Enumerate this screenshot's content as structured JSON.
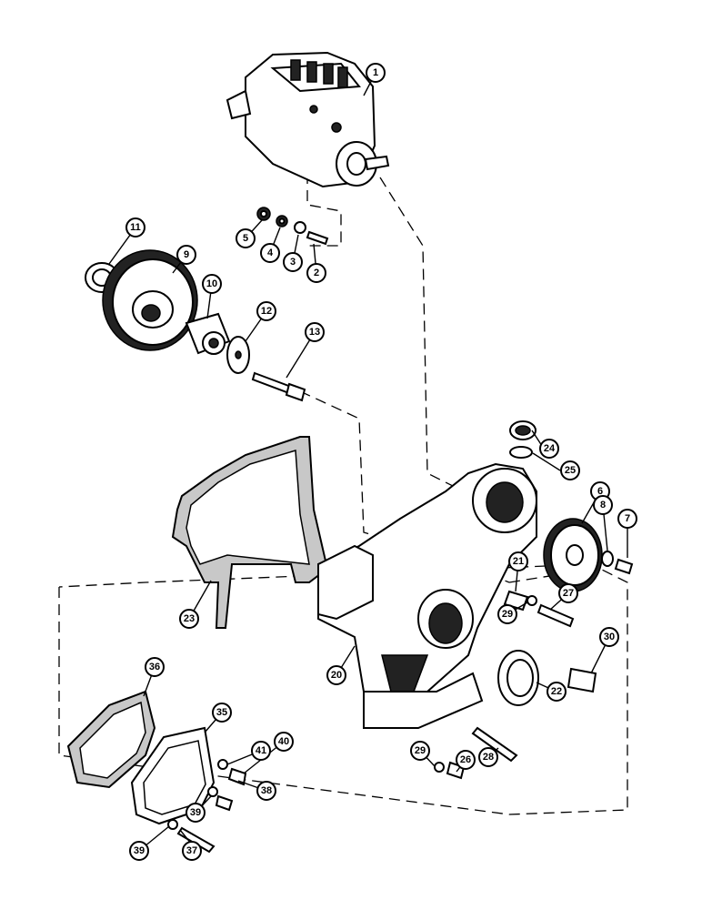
{
  "colors": {
    "ink": "#000000",
    "paper": "#ffffff",
    "gasket": "#c8c8c8"
  },
  "callouts": [
    {
      "id": "c1",
      "label": "1"
    },
    {
      "id": "c2",
      "label": "2"
    },
    {
      "id": "c3",
      "label": "3"
    },
    {
      "id": "c4",
      "label": "4"
    },
    {
      "id": "c5",
      "label": "5"
    },
    {
      "id": "c6",
      "label": "6"
    },
    {
      "id": "c7",
      "label": "7"
    },
    {
      "id": "c8",
      "label": "8"
    },
    {
      "id": "c9",
      "label": "9"
    },
    {
      "id": "c10",
      "label": "10"
    },
    {
      "id": "c11",
      "label": "11"
    },
    {
      "id": "c12",
      "label": "12"
    },
    {
      "id": "c13",
      "label": "13"
    },
    {
      "id": "c20",
      "label": "20"
    },
    {
      "id": "c21",
      "label": "21"
    },
    {
      "id": "c22",
      "label": "22"
    },
    {
      "id": "c23",
      "label": "23"
    },
    {
      "id": "c24",
      "label": "24"
    },
    {
      "id": "c25",
      "label": "25"
    },
    {
      "id": "c26",
      "label": "26"
    },
    {
      "id": "c27",
      "label": "27"
    },
    {
      "id": "c28",
      "label": "28"
    },
    {
      "id": "c29a",
      "label": "29"
    },
    {
      "id": "c29b",
      "label": "29"
    },
    {
      "id": "c30",
      "label": "30"
    },
    {
      "id": "c35",
      "label": "35"
    },
    {
      "id": "c36",
      "label": "36"
    },
    {
      "id": "c37",
      "label": "37"
    },
    {
      "id": "c38",
      "label": "38"
    },
    {
      "id": "c39a",
      "label": "39"
    },
    {
      "id": "c39b",
      "label": "39"
    },
    {
      "id": "c40",
      "label": "40"
    },
    {
      "id": "c41",
      "label": "41"
    }
  ]
}
